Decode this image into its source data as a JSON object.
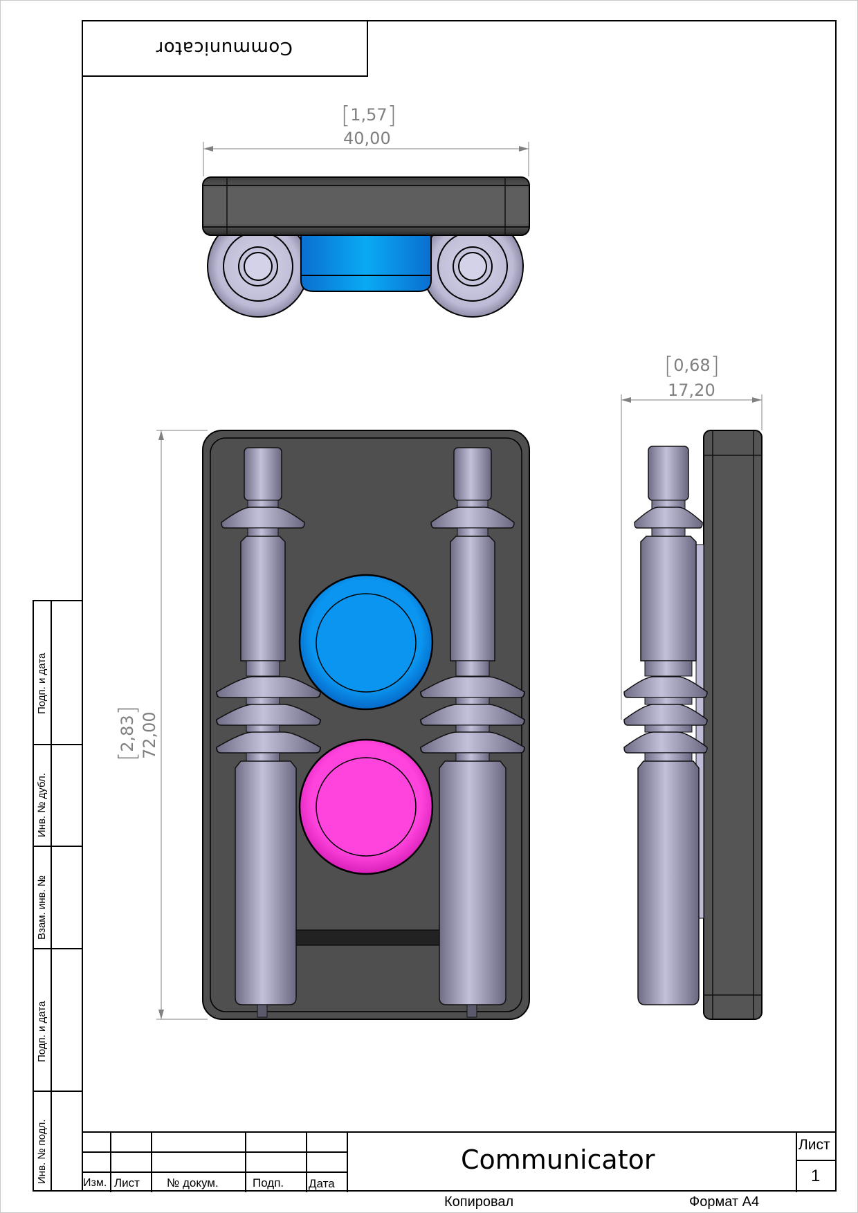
{
  "sheet": {
    "mirrored_title": "Communicator",
    "format": "Формат А4",
    "copied_by_label": "Копировал"
  },
  "dimensions": {
    "top_width": {
      "mm": "40,00",
      "inch": "1,57"
    },
    "side_depth": {
      "mm": "17,20",
      "inch": "0,68"
    },
    "front_height": {
      "mm": "72,00",
      "inch": "2,83"
    }
  },
  "left_strip": {
    "cells": [
      {
        "label": "Подп. и дата"
      },
      {
        "label": "Инв. № дубл."
      },
      {
        "label": "Взам. инв. №"
      },
      {
        "label": "Подп. и дата"
      },
      {
        "label": "Инв. № подл."
      }
    ]
  },
  "title_block": {
    "columns": [
      "Изм.",
      "Лист",
      "№ докум.",
      "Подп.",
      "Дата"
    ],
    "document_title": "Communicator",
    "sheet_label": "Лист",
    "sheet_number": "1"
  },
  "views": {
    "top_view": "top-view",
    "front_view": "front-view",
    "side_view": "side-view"
  },
  "colors": {
    "body": "#4f4f4f",
    "body_edge": "#2a2a2a",
    "metal": "#a9a7c4",
    "metal_light": "#c4c2dc",
    "button_blue": "#0a96f0",
    "button_pink": "#ff44dd",
    "dimension": "#808080"
  }
}
